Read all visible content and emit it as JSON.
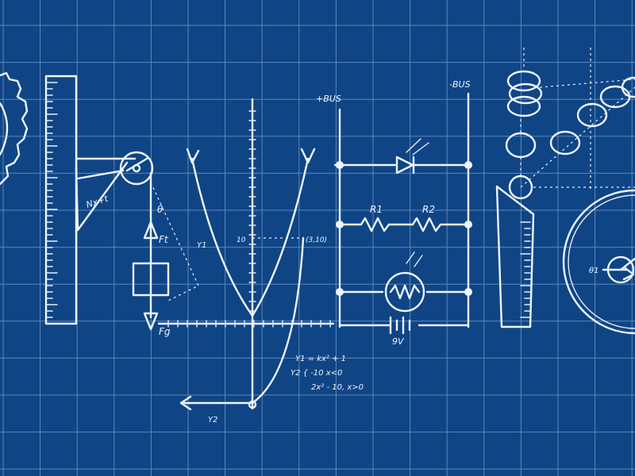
{
  "colors": {
    "background": "#0f4585",
    "grid": "#5d86b8",
    "ink": "#eef4ff"
  },
  "text": {
    "bus_positive": "+BUS",
    "bus_negative": "-BUS",
    "resistor_1": "R1",
    "resistor_2": "R2",
    "battery_voltage": "9V",
    "force_tension": "Ft",
    "force_gravity": "Fg",
    "theta": "θ",
    "theta_1": "θ1",
    "pulley_label": "Nx+t",
    "axis_ten": "10",
    "point_label": "(3,10)",
    "curve_y1": "Y1",
    "curve_y2": "Y2",
    "eq_1": "Y1 = kx² + 1",
    "eq_2": "Y2 { -10  x<0",
    "eq_3": "2x² - 10,  x>0"
  }
}
